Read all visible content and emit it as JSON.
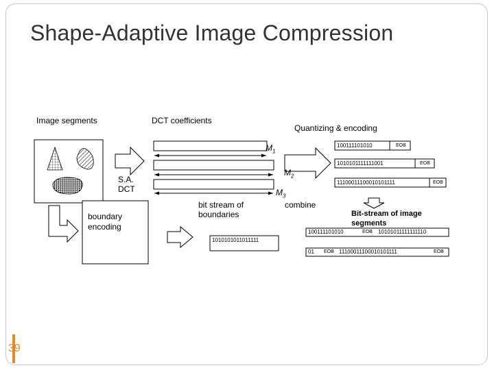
{
  "title": "Shape-Adaptive Image Compression",
  "labels": {
    "image_segments": "Image segments",
    "dct_coefficients": "DCT coefficients",
    "quantizing_encoding": "Quantizing & encoding",
    "sa_dct_line1": "S.A.",
    "sa_dct_line2": "DCT",
    "boundary_line1": "boundary",
    "boundary_line2": "encoding",
    "bitstream_boundaries_line1": "bit stream of",
    "bitstream_boundaries_line2": "boundaries",
    "combine": "combine",
    "bitstream_segments_line1": "Bit-stream of image",
    "bitstream_segments_line2": "segments"
  },
  "matrices": {
    "m1": "M",
    "m1_sub": "1",
    "m2": "M",
    "m2_sub": "2",
    "m3": "M",
    "m3_sub": "3"
  },
  "bitstreams": {
    "row1_bits": "100111101010",
    "row1_eob": "EOB",
    "row2_bits": "1010101111111001",
    "row2_eob": "EOB",
    "row3_bits": "11100011100010101111",
    "row3_eob": "EOB",
    "boundary_bits": "1010101011011111",
    "combined1_bits": "100111101010",
    "combined1_eob": "EOB",
    "combined1_bits2": "10101011111111110",
    "combined2_bits": "01",
    "combined2_eob": "EOB",
    "combined2_bits2": "11100011100010101111",
    "combined2_eob2": "EOB"
  },
  "page_number": "39",
  "colors": {
    "accent": "#e58a23",
    "title": "#333333",
    "border": "#c8c8c8"
  }
}
